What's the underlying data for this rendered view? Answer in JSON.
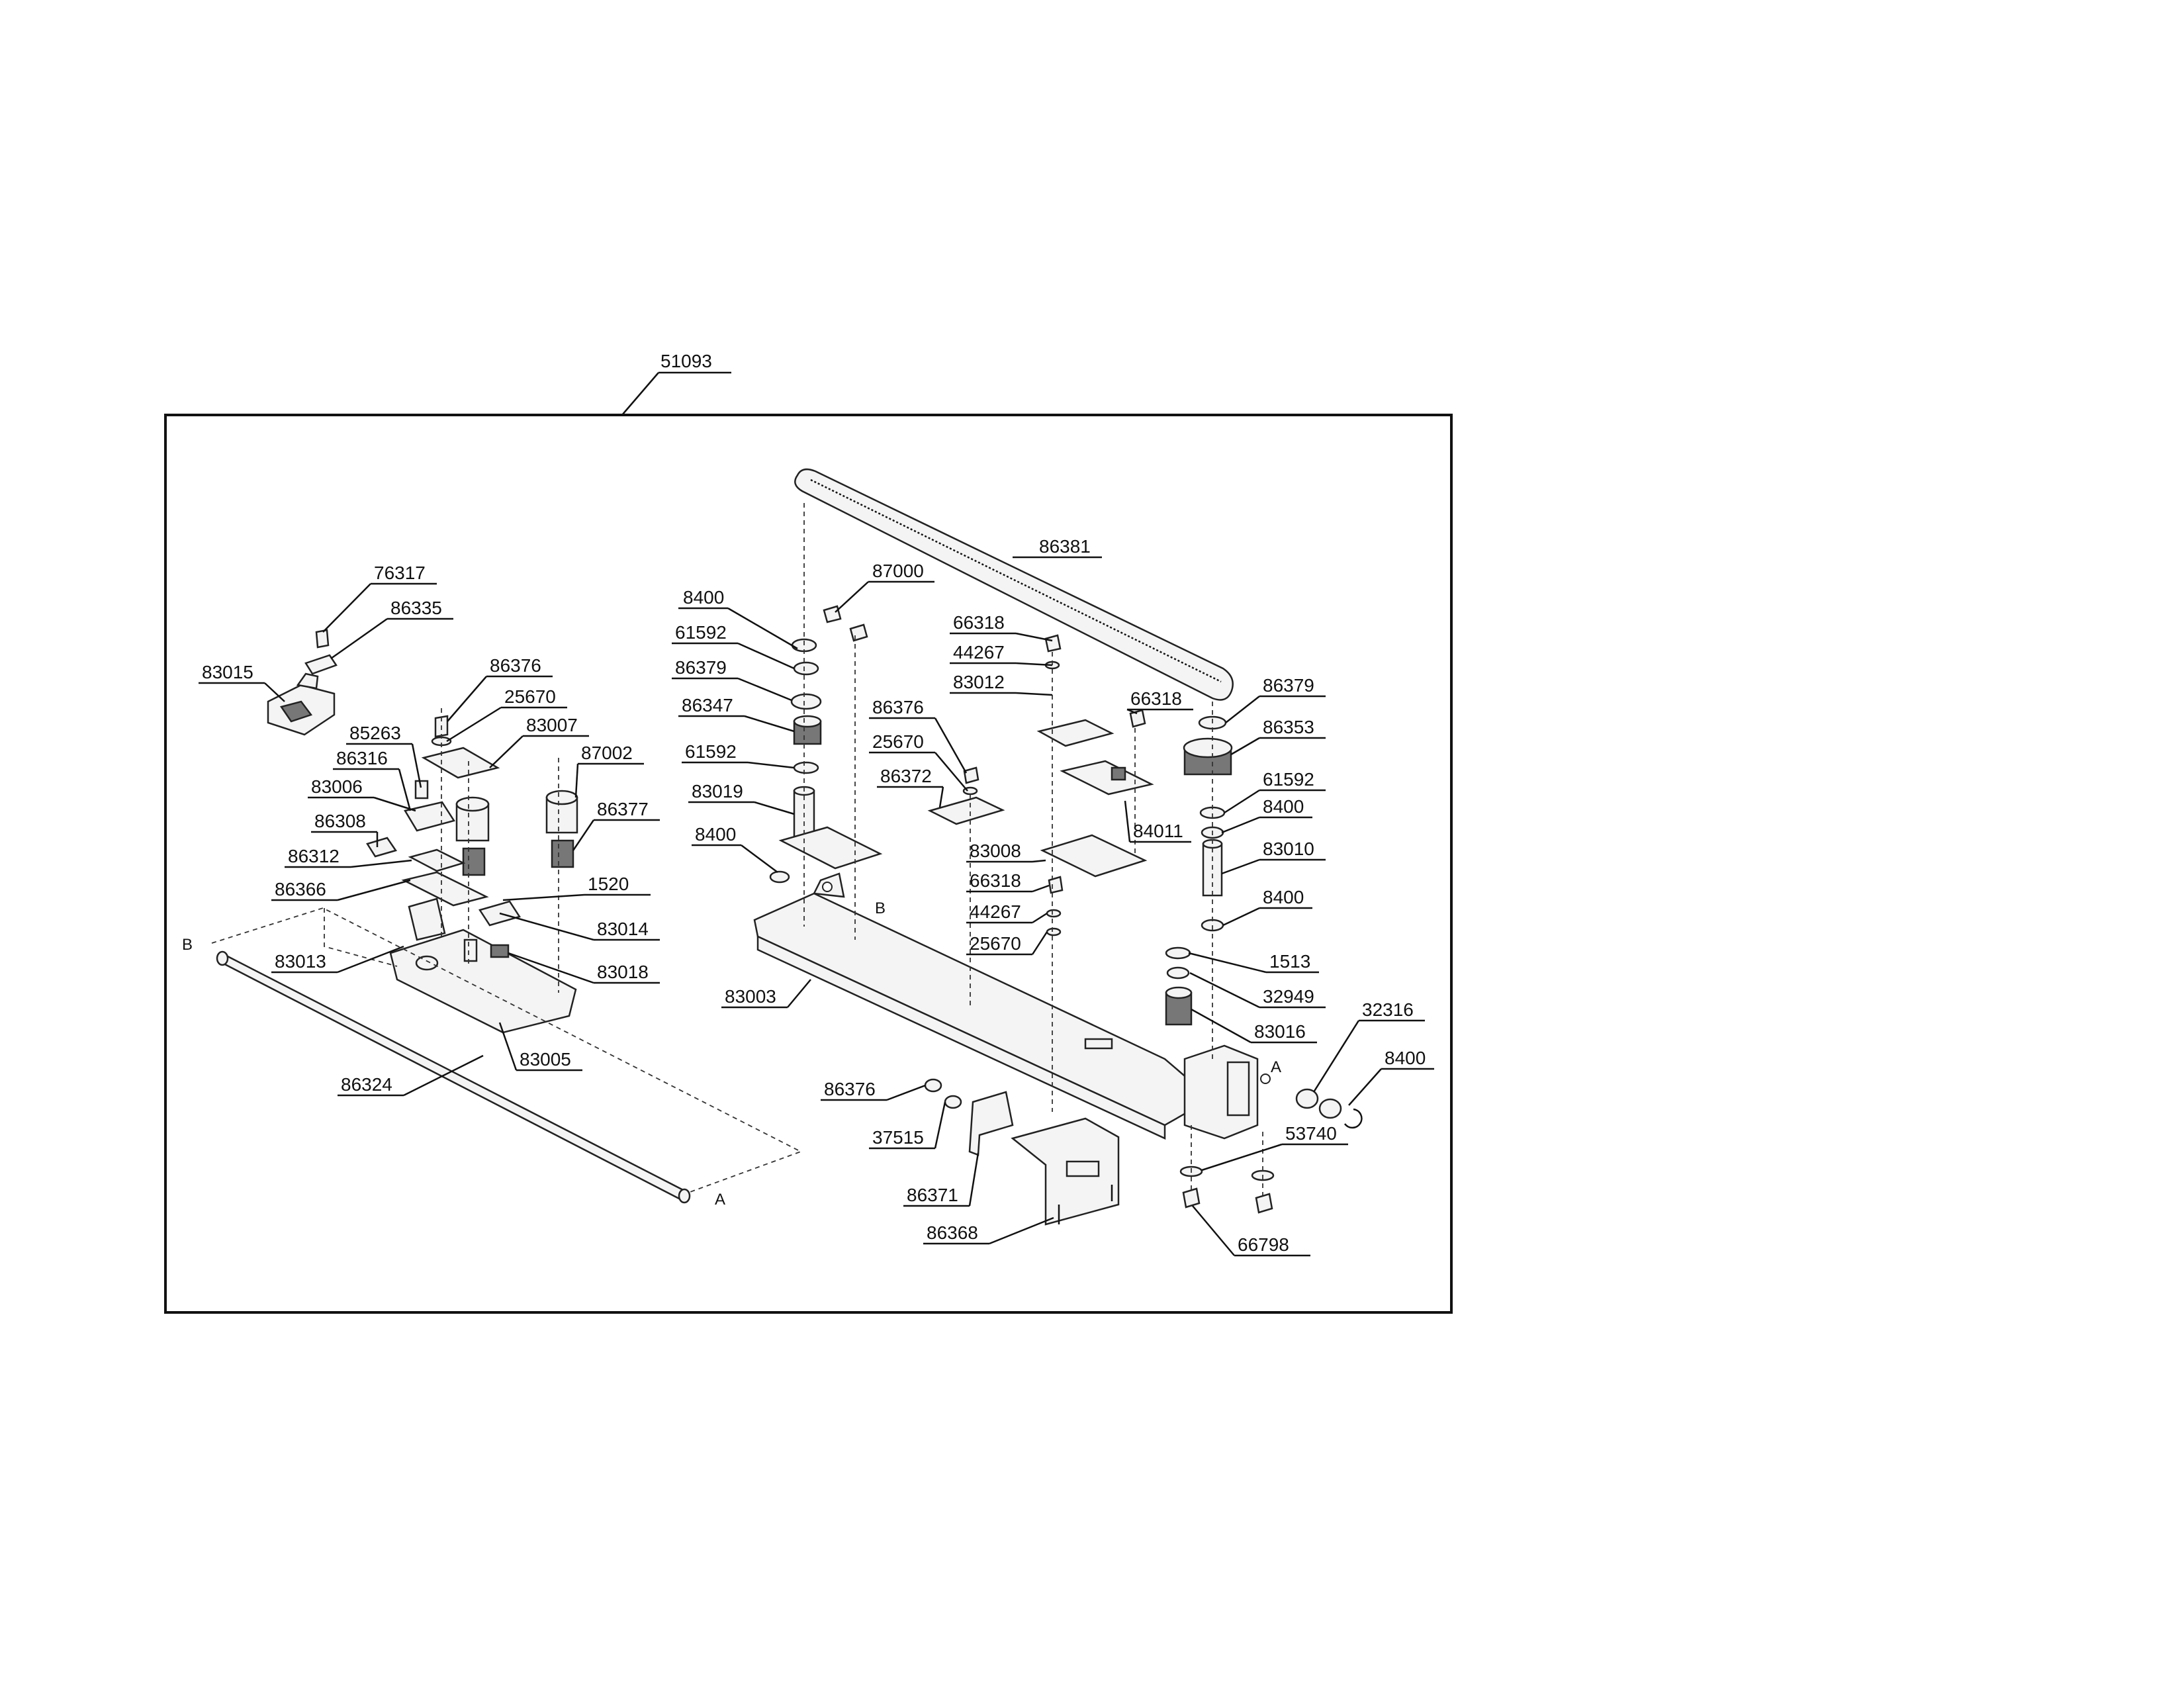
{
  "assembly_number": "51093",
  "reference_letters": {
    "a": "A",
    "b": "B"
  },
  "part_numbers": [
    "86381",
    "8400",
    "87000",
    "61592",
    "86379",
    "86347",
    "83019",
    "76317",
    "86335",
    "83015",
    "86376",
    "25670",
    "83007",
    "85263",
    "86316",
    "83006",
    "87002",
    "86377",
    "86308",
    "86312",
    "1520",
    "86366",
    "83014",
    "83013",
    "83018",
    "83005",
    "86324",
    "66318",
    "44267",
    "83012",
    "86372",
    "83008",
    "83003",
    "86353",
    "84011",
    "83010",
    "1513",
    "32949",
    "83016",
    "32316",
    "53740",
    "37515",
    "86371",
    "86368",
    "66798"
  ]
}
